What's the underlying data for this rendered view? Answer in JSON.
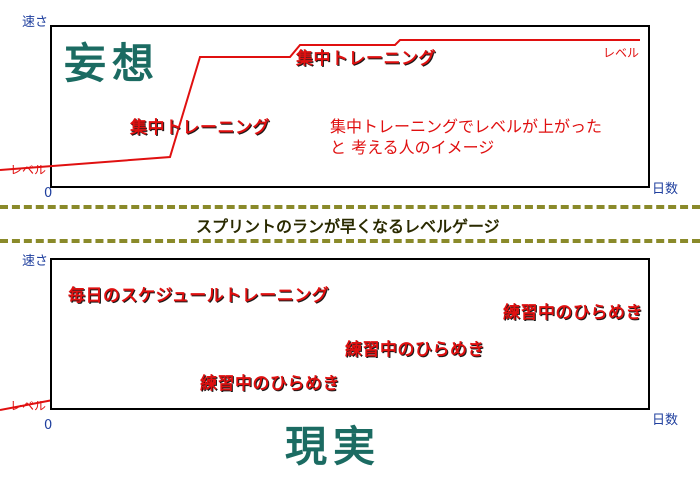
{
  "top_panel": {
    "big_title": "妄想",
    "y_axis_label": "速さ",
    "x_axis_label": "日数",
    "origin_label": "0",
    "start_level_label": "レベル",
    "end_level_label": "レベル",
    "training_label_1": "集中トレーニング",
    "training_label_2": "集中トレーニング",
    "note_line_1": "集中トレーニングでレベルが上がった",
    "note_line_2": "と  考える人のイメージ"
  },
  "banner": {
    "text": "スプリントのランが早くなるレベルゲージ"
  },
  "bottom_panel": {
    "big_title": "現実",
    "y_axis_label": "速さ",
    "x_axis_label": "日数",
    "origin_label": "0",
    "start_level_label": "レベル",
    "schedule_label": "毎日のスケジュールトレーニング",
    "insight_label_1": "練習中のひらめき",
    "insight_label_2": "練習中のひらめき",
    "insight_label_3": "練習中のひらめき"
  },
  "colors": {
    "curve": "#e01010",
    "axis_text": "#1f3f9e",
    "title": "#1b6b62",
    "divider": "#8a8a2a"
  }
}
